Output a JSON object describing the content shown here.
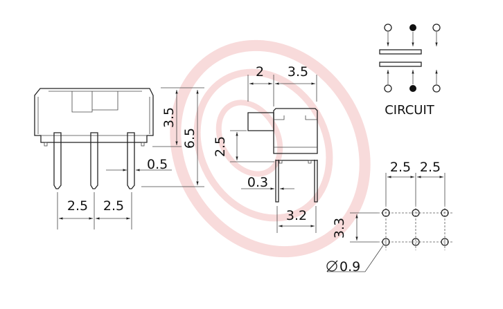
{
  "front_view": {
    "dim_height_body": "3.5",
    "dim_height_total": "6.5",
    "dim_pin_width": "0.5",
    "dim_pitch_left": "2.5",
    "dim_pitch_right": "2.5"
  },
  "side_view": {
    "dim_slider": "2",
    "dim_body_depth": "3.5",
    "dim_slider_height": "2.5",
    "dim_pin_thickness": "0.3",
    "dim_pin_span": "3.2"
  },
  "circuit": {
    "label": "CIRCUIT"
  },
  "pcb_layout": {
    "dim_pitch_x1": "2.5",
    "dim_pitch_x2": "2.5",
    "dim_pitch_y": "3.3",
    "dim_hole": "0.9"
  },
  "colors": {
    "line": "#222222",
    "watermark": "#e8a0a0"
  }
}
